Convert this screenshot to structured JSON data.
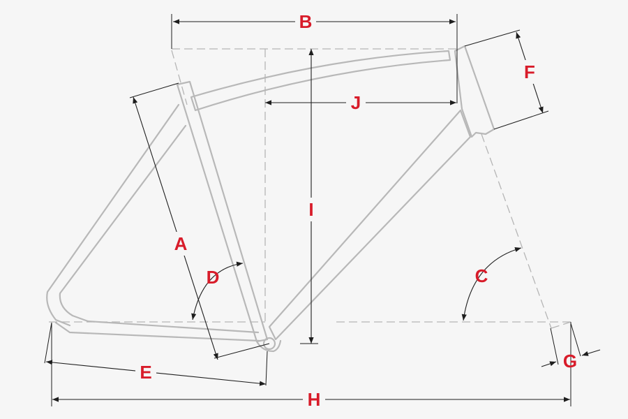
{
  "labels": {
    "A": "A",
    "B": "B",
    "C": "C",
    "D": "D",
    "E": "E",
    "F": "F",
    "G": "G",
    "H": "H",
    "I": "I",
    "J": "J"
  },
  "colors": {
    "background": "#f6f6f6",
    "frame": "#b8b8b8",
    "dimension": "#1e1e1e",
    "label": "#d81c2a"
  }
}
